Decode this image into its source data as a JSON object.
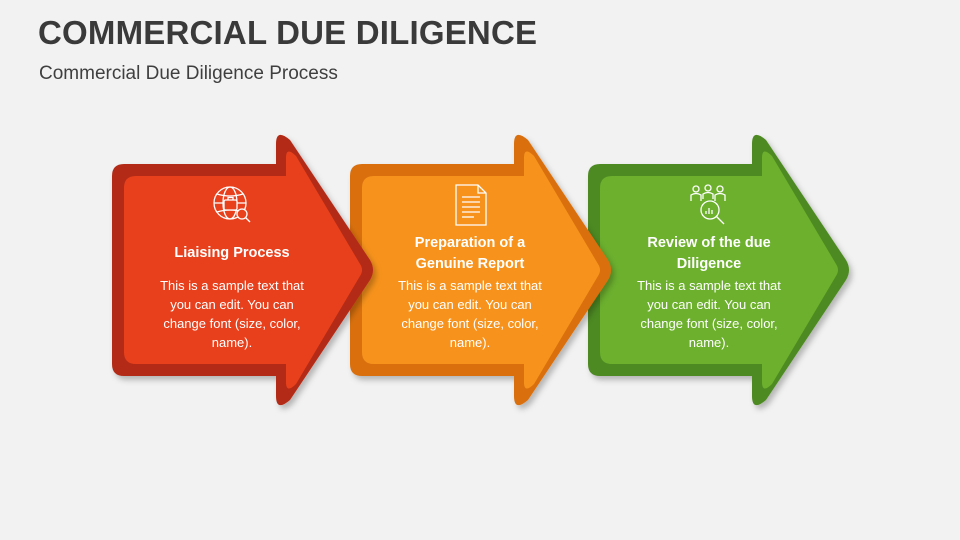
{
  "title": "COMMERCIAL DUE DILIGENCE",
  "subtitle": "Commercial Due Diligence Process",
  "colors": {
    "background": "#f2f2f2",
    "step1_fill": "#e8411c",
    "step1_border": "#b32c15",
    "step2_fill": "#f7931e",
    "step2_border": "#d96f0f",
    "step3_fill": "#6cb02e",
    "step3_border": "#4d8a22",
    "text": "#ffffff"
  },
  "steps": [
    {
      "heading": "Liaising Process",
      "body": "This is a sample text that you can edit. You can change font (size, color, name).",
      "icon": "globe-briefcase-icon"
    },
    {
      "heading": "Preparation of a Genuine Report",
      "body": "This is a sample text that you can edit. You can change font (size, color, name).",
      "icon": "document-icon"
    },
    {
      "heading": "Review of the due Diligence",
      "body": "This is a sample text that you can edit. You can change font (size, color, name).",
      "icon": "people-analysis-icon"
    }
  ]
}
